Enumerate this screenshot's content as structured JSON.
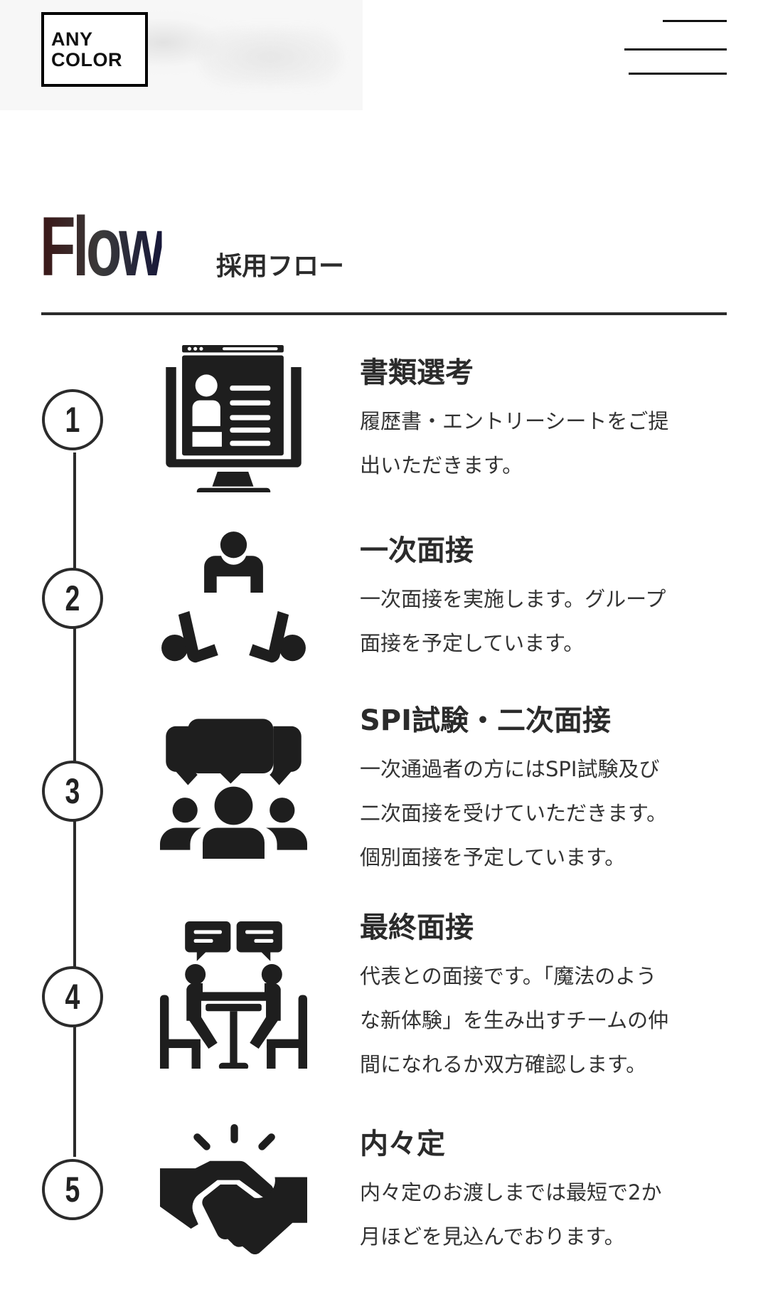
{
  "header": {
    "logo_line1": "ANY",
    "logo_line2": "COLOR",
    "menu_icon": "hamburger-icon"
  },
  "section": {
    "title": "Flow",
    "subtitle": "採用フロー"
  },
  "steps": [
    {
      "number": "1",
      "icon": "resume-monitor-icon",
      "title": "書類選考",
      "lines": [
        "履歴書・エントリーシートをご提",
        "出いただきます。"
      ]
    },
    {
      "number": "2",
      "icon": "group-meeting-icon",
      "title": "一次面接",
      "lines": [
        "一次面接を実施します。グループ",
        "面接を予定しています。"
      ]
    },
    {
      "number": "3",
      "icon": "group-discussion-icon",
      "title": "SPI試験・二次面接",
      "lines": [
        "一次通過者の方にはSPI試験及び",
        "二次面接を受けていただきます。",
        "個別面接を予定しています。"
      ]
    },
    {
      "number": "4",
      "icon": "interview-table-icon",
      "title": "最終面接",
      "lines": [
        "代表との面接です。「魔法のよう",
        "な新体験」を生み出すチームの仲",
        "間になれるか双方確認します。"
      ]
    },
    {
      "number": "5",
      "icon": "handshake-icon",
      "title": "内々定",
      "lines": [
        "内々定のお渡しまでは最短で2か",
        "月ほどを見込んでおります。"
      ]
    }
  ]
}
